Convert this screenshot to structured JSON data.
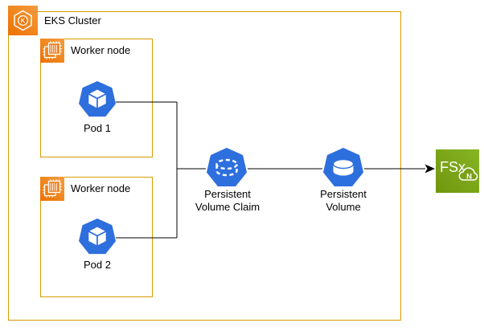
{
  "diagram": {
    "eks_cluster": {
      "label": "EKS Cluster",
      "icon_letter": "K"
    },
    "worker_nodes": [
      {
        "label": "Worker node",
        "pod": {
          "label": "Pod 1"
        }
      },
      {
        "label": "Worker node",
        "pod": {
          "label": "Pod 2"
        }
      }
    ],
    "pvc": {
      "label_line1": "Persistent",
      "label_line2": "Volume Claim"
    },
    "pv": {
      "label_line1": "Persistent",
      "label_line2": "Volume"
    },
    "fsx": {
      "label": "FSx",
      "badge_letter": "N"
    }
  },
  "colors": {
    "group_border_orange": "#D79B00",
    "aws_orange": "#ED7100",
    "kubernetes_blue": "#2E6FDE",
    "fsx_green": "#7AA116",
    "connector_black": "#000000",
    "icon_glyph_white": "#FFFFFF",
    "background": "#FFFFFF"
  }
}
